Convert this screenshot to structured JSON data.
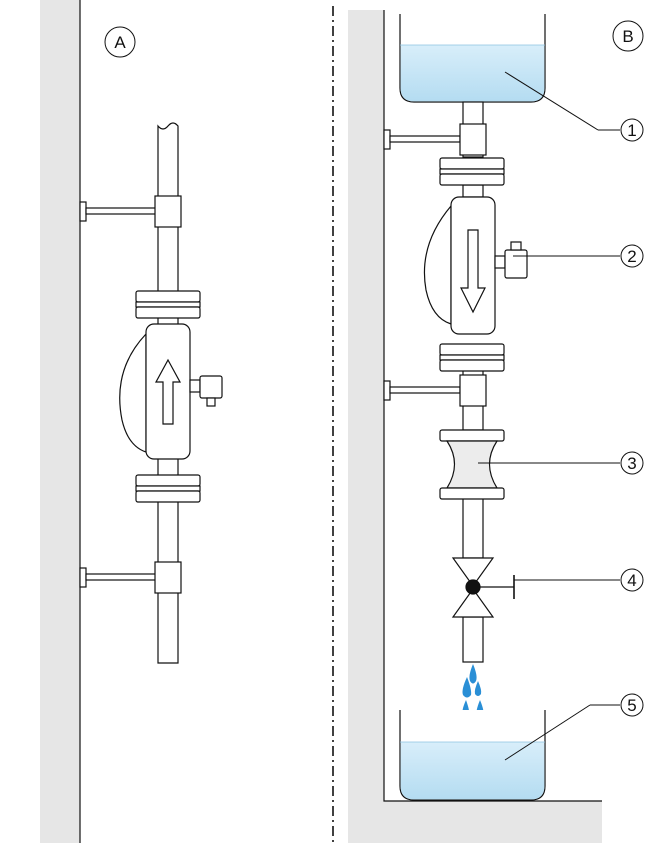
{
  "panels": {
    "a": {
      "label": "A"
    },
    "b": {
      "label": "B"
    }
  },
  "callouts": [
    {
      "number": "1"
    },
    {
      "number": "2"
    },
    {
      "number": "3"
    },
    {
      "number": "4"
    },
    {
      "number": "5"
    }
  ],
  "colors": {
    "wall": "#e6e6e6",
    "liquid": "#bfe1f3",
    "drop": "#2a8fd6",
    "line": "#111111"
  }
}
